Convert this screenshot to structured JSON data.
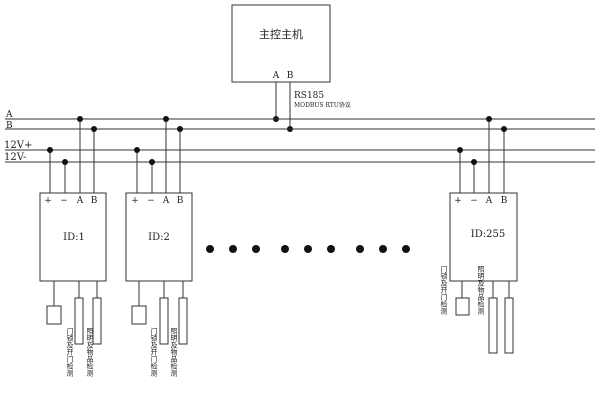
{
  "host": {
    "label": "主控主机",
    "pin_a": "A",
    "pin_b": "B"
  },
  "bus": {
    "protocol": "RS185",
    "protocol_note": "MODBUS RTU协议",
    "line_a": "A",
    "line_b": "B",
    "line_pos": "12V+",
    "line_neg": "12V-"
  },
  "nodes": [
    {
      "id_label": "ID:1",
      "pins": [
        "+",
        "−",
        "A",
        "B"
      ],
      "left_text": "门锁及开门检测",
      "right_text": "照明及物品检测"
    },
    {
      "id_label": "ID:2",
      "pins": [
        "+",
        "−",
        "A",
        "B"
      ],
      "left_text": "门锁及开门检测",
      "right_text": "照明及物品检测"
    },
    {
      "id_label": "ID:255",
      "pins": [
        "+",
        "−",
        "A",
        "B"
      ],
      "left_text": "门锁及开门检测",
      "right_text": "照明及物品检测"
    }
  ],
  "ellipsis_dots": 9
}
